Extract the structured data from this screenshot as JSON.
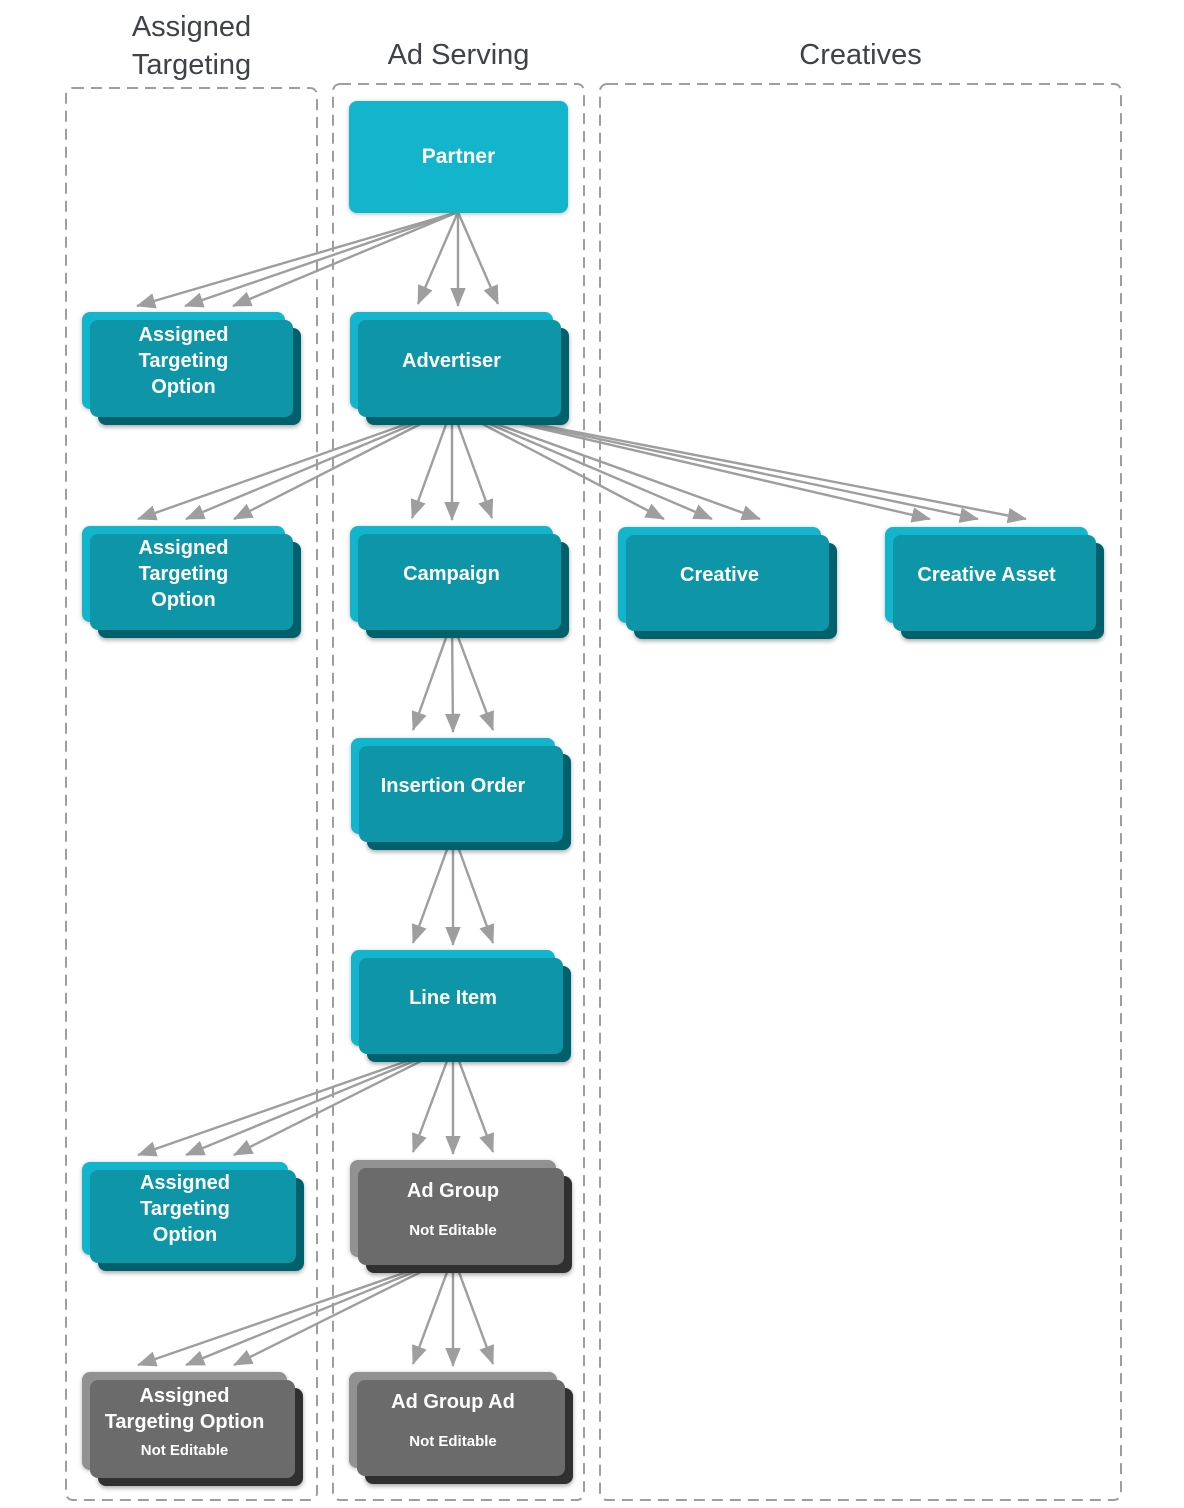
{
  "headers": {
    "assigned_targeting": "Assigned Targeting",
    "ad_serving": "Ad Serving",
    "creatives": "Creatives"
  },
  "nodes": {
    "partner": {
      "label": "Partner",
      "editable": true
    },
    "advertiser": {
      "label": "Advertiser",
      "editable": true
    },
    "ato_partner": {
      "label": "Assigned Targeting Option",
      "editable": true
    },
    "ato_advertiser": {
      "label": "Assigned Targeting Option",
      "editable": true
    },
    "campaign": {
      "label": "Campaign",
      "editable": true
    },
    "creative": {
      "label": "Creative",
      "editable": true
    },
    "creative_asset": {
      "label": "Creative Asset",
      "editable": true
    },
    "insertion_order": {
      "label": "Insertion Order",
      "editable": true
    },
    "line_item": {
      "label": "Line Item",
      "editable": true
    },
    "ato_line_item": {
      "label": "Assigned Targeting Option",
      "editable": true
    },
    "ad_group": {
      "label": "Ad Group",
      "sublabel": "Not Editable",
      "editable": false
    },
    "ad_group_ad": {
      "label": "Ad Group Ad",
      "sublabel": "Not Editable",
      "editable": false
    },
    "ato_ad_group": {
      "label": "Assigned Targeting Option",
      "sublabel": "Not Editable",
      "editable": false
    }
  },
  "edges": [
    {
      "from": "partner",
      "to": "advertiser"
    },
    {
      "from": "partner",
      "to": "ato_partner"
    },
    {
      "from": "advertiser",
      "to": "campaign"
    },
    {
      "from": "advertiser",
      "to": "ato_advertiser"
    },
    {
      "from": "advertiser",
      "to": "creative"
    },
    {
      "from": "advertiser",
      "to": "creative_asset"
    },
    {
      "from": "campaign",
      "to": "insertion_order"
    },
    {
      "from": "insertion_order",
      "to": "line_item"
    },
    {
      "from": "line_item",
      "to": "ad_group"
    },
    {
      "from": "line_item",
      "to": "ato_line_item"
    },
    {
      "from": "ad_group",
      "to": "ad_group_ad"
    },
    {
      "from": "ad_group",
      "to": "ato_ad_group"
    }
  ],
  "colors": {
    "cyan": "#12b5cb",
    "cyan_mid": "#0e96a8",
    "cyan_back": "#00616d",
    "gray": "#919191",
    "gray_mid": "#6b6b6b",
    "gray_back": "#303030",
    "arrow": "#9e9e9e",
    "border": "#9e9e9e",
    "header_text": "#3f4347"
  }
}
